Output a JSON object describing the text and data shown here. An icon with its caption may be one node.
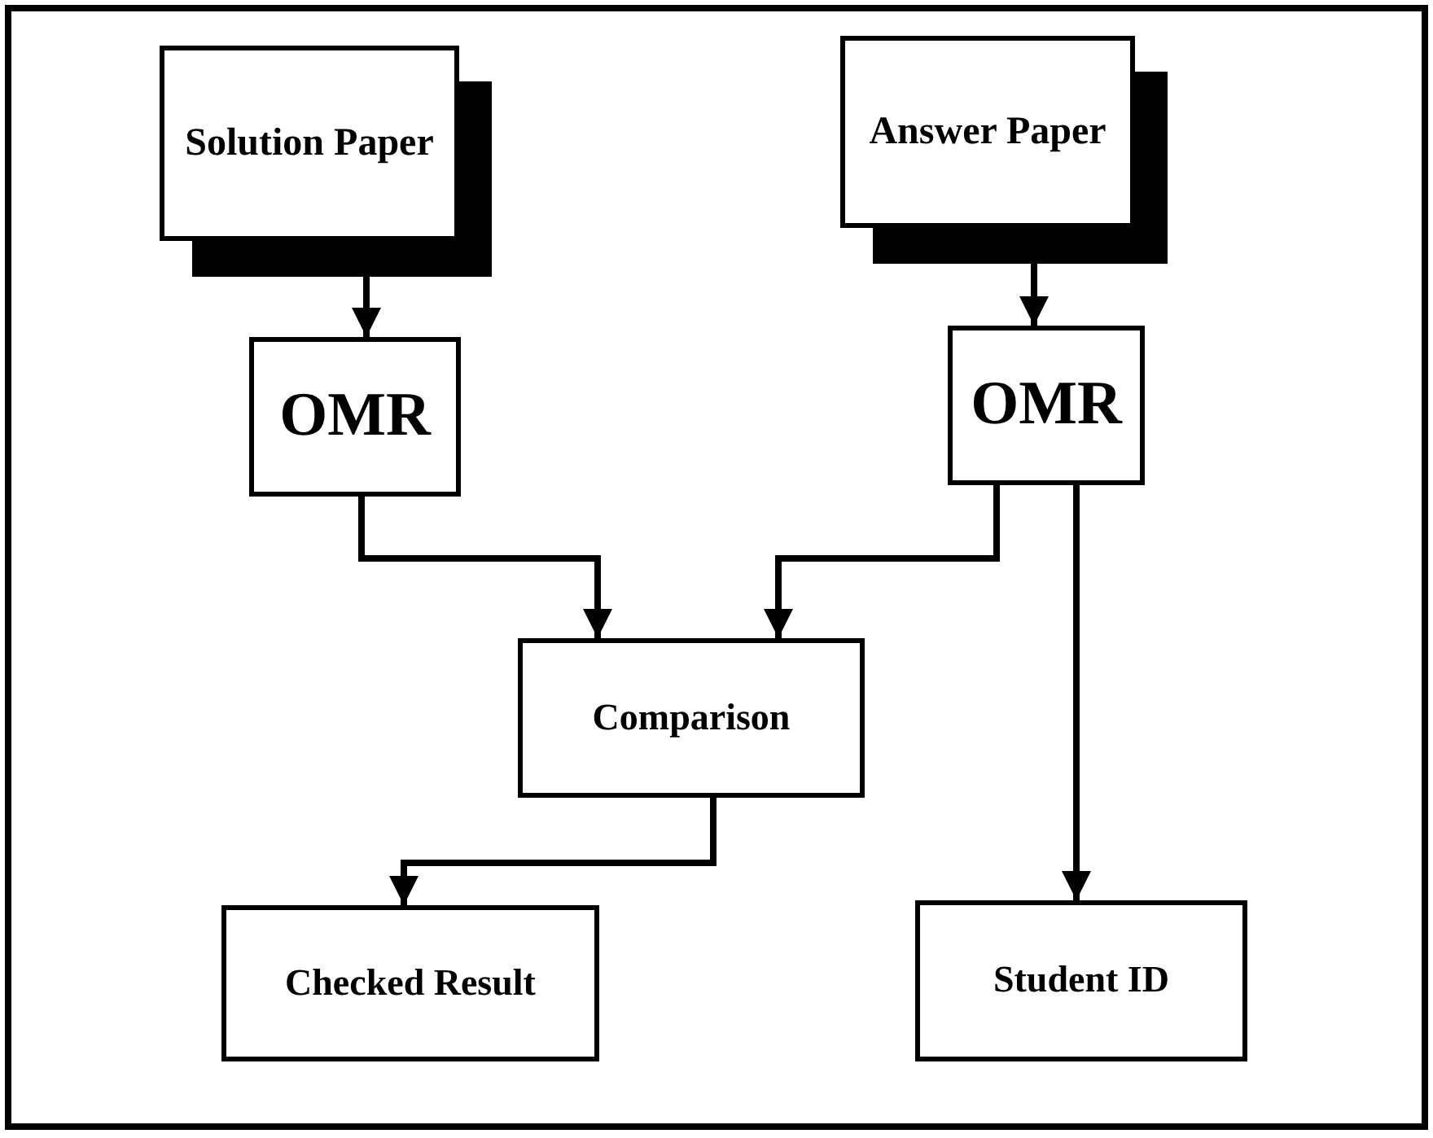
{
  "diagram": {
    "nodes": [
      {
        "text": [
          "Solution Paper"
        ]
      },
      {
        "text": [
          "Answer Paper"
        ]
      },
      {
        "text": [
          "OMR"
        ]
      },
      {
        "text": [
          "OMR"
        ]
      },
      {
        "text": [
          "Comparison"
        ]
      },
      {
        "text": [
          "Checked Result"
        ]
      },
      {
        "text": [
          "Student ID"
        ]
      }
    ],
    "edges": [
      {
        "from": 0,
        "to": 2,
        "arrow": "to"
      },
      {
        "from": 1,
        "to": 3,
        "arrow": "to"
      },
      {
        "from": 2,
        "to": 4,
        "arrow": "to"
      },
      {
        "from": 3,
        "to": 4,
        "arrow": "to"
      },
      {
        "from": 3,
        "to": 6,
        "arrow": "to"
      },
      {
        "from": 4,
        "to": 5,
        "arrow": "to"
      }
    ]
  }
}
